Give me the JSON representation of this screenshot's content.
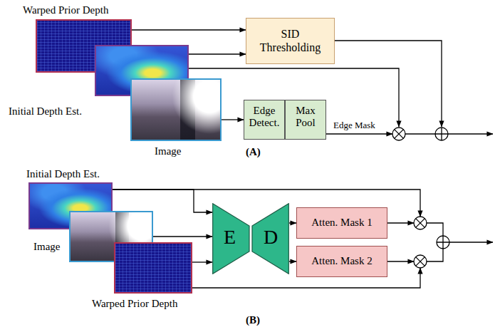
{
  "diagram": {
    "nodes": [
      {
        "text": [
          "Warped Prior Depth"
        ]
      },
      {
        "text": [
          "Initial Depth Est."
        ]
      },
      {
        "text": [
          "Image"
        ]
      },
      {
        "text": [
          "SID Thresholding"
        ]
      },
      {
        "text": [
          "Edge Detect."
        ]
      },
      {
        "text": [
          "Max Pool"
        ]
      },
      {
        "text": [
          "Initial Depth Est."
        ]
      },
      {
        "text": [
          "Image"
        ]
      },
      {
        "text": [
          "Warped Prior Depth"
        ]
      },
      {
        "text": [
          "E",
          "D"
        ]
      },
      {
        "text": [
          "Atten. Mask 1"
        ]
      },
      {
        "text": [
          "Atten. Mask 2"
        ]
      }
    ],
    "edges": [
      {
        "from": 0,
        "to": 3,
        "arrow": "to"
      },
      {
        "from": 1,
        "to": 3,
        "arrow": "to"
      },
      {
        "from": 2,
        "to": 4,
        "arrow": "to"
      },
      {
        "from": 6,
        "to": 9,
        "arrow": "to"
      },
      {
        "from": 7,
        "to": 9,
        "arrow": "to"
      },
      {
        "from": 8,
        "to": 9,
        "arrow": "to"
      },
      {
        "from": 9,
        "to": 10,
        "arrow": "to"
      },
      {
        "from": 9,
        "to": 11,
        "arrow": "to"
      }
    ],
    "labels": [
      "Edge Mask",
      "(A)",
      "(B)"
    ]
  }
}
